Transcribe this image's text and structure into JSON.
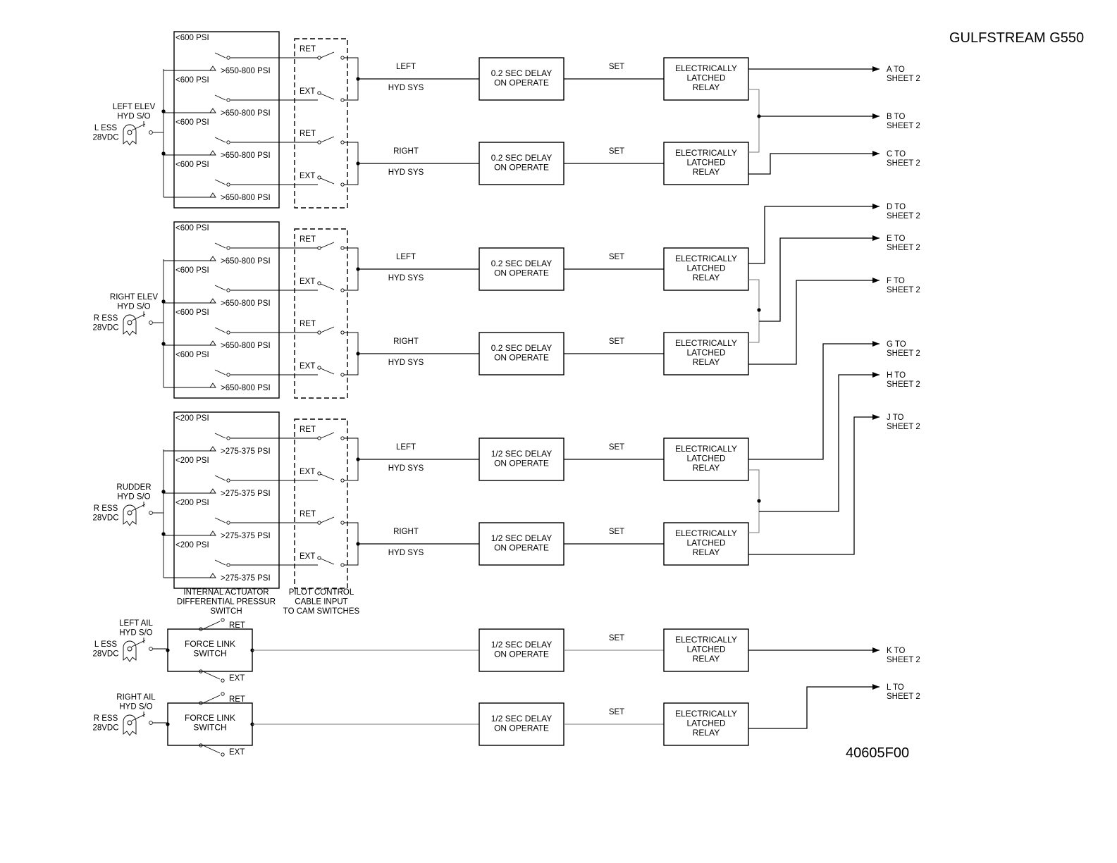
{
  "title": "GULFSTREAM G550",
  "drawing_number": "40605F00",
  "group_labels": {
    "pressure_switch": [
      "INTERNAL ACTUATOR",
      "DIFFERENTIAL PRESSUR",
      "SWITCH"
    ],
    "cam_switches": [
      "PILOT CONTROL",
      "CABLE INPUT",
      "TO CAM SWITCHES"
    ]
  },
  "groups": [
    {
      "shutoff": [
        "LEFT ELEV",
        "HYD S/O"
      ],
      "power": [
        "L ESS",
        "28VDC"
      ],
      "low_psi": "<600 PSI",
      "high_psi": ">650-800 PSI",
      "channels": [
        {
          "system": "LEFT",
          "sys_label": "HYD SYS",
          "delay": [
            "0.2 SEC DELAY",
            "ON OPERATE"
          ]
        },
        {
          "system": "RIGHT",
          "sys_label": "HYD SYS",
          "delay": [
            "0.2 SEC DELAY",
            "ON OPERATE"
          ]
        }
      ]
    },
    {
      "shutoff": [
        "RIGHT ELEV",
        "HYD S/O"
      ],
      "power": [
        "R ESS",
        "28VDC"
      ],
      "low_psi": "<600 PSI",
      "high_psi": ">650-800 PSI",
      "channels": [
        {
          "system": "LEFT",
          "sys_label": "HYD SYS",
          "delay": [
            "0.2 SEC DELAY",
            "ON OPERATE"
          ]
        },
        {
          "system": "RIGHT",
          "sys_label": "HYD SYS",
          "delay": [
            "0.2 SEC DELAY",
            "ON OPERATE"
          ]
        }
      ]
    },
    {
      "shutoff": [
        "RUDDER",
        "HYD S/O"
      ],
      "power": [
        "R ESS",
        "28VDC"
      ],
      "low_psi": "<200 PSI",
      "high_psi": ">275-375 PSI",
      "channels": [
        {
          "system": "LEFT",
          "sys_label": "HYD SYS",
          "delay": [
            "1/2 SEC DELAY",
            "ON OPERATE"
          ]
        },
        {
          "system": "RIGHT",
          "sys_label": "HYD SYS",
          "delay": [
            "1/2 SEC DELAY",
            "ON OPERATE"
          ]
        }
      ]
    }
  ],
  "ret_label": "RET",
  "ext_label": "EXT",
  "set_label": "SET",
  "relay_label": [
    "ELECTRICALLY",
    "LATCHED",
    "RELAY"
  ],
  "ailerons": [
    {
      "shutoff": [
        "LEFT AIL",
        "HYD S/O"
      ],
      "power": [
        "L ESS",
        "28VDC"
      ],
      "switch": [
        "FORCE LINK",
        "SWITCH"
      ],
      "delay": [
        "1/2 SEC DELAY",
        "ON OPERATE"
      ]
    },
    {
      "shutoff": [
        "RIGHT AIL",
        "HYD S/O"
      ],
      "power": [
        "R ESS",
        "28VDC"
      ],
      "switch": [
        "FORCE LINK",
        "SWITCH"
      ],
      "delay": [
        "1/2 SEC DELAY",
        "ON OPERATE"
      ]
    }
  ],
  "outputs": [
    {
      "letter": "A TO",
      "sheet": "SHEET 2"
    },
    {
      "letter": "B TO",
      "sheet": "SHEET 2"
    },
    {
      "letter": "C TO",
      "sheet": "SHEET 2"
    },
    {
      "letter": "D TO",
      "sheet": "SHEET 2"
    },
    {
      "letter": "E TO",
      "sheet": "SHEET 2"
    },
    {
      "letter": "F TO",
      "sheet": "SHEET 2"
    },
    {
      "letter": "G TO",
      "sheet": "SHEET 2"
    },
    {
      "letter": "H TO",
      "sheet": "SHEET 2"
    },
    {
      "letter": "J TO",
      "sheet": "SHEET 2"
    },
    {
      "letter": "K TO",
      "sheet": "SHEET 2"
    },
    {
      "letter": "L TO",
      "sheet": "SHEET 2"
    }
  ]
}
